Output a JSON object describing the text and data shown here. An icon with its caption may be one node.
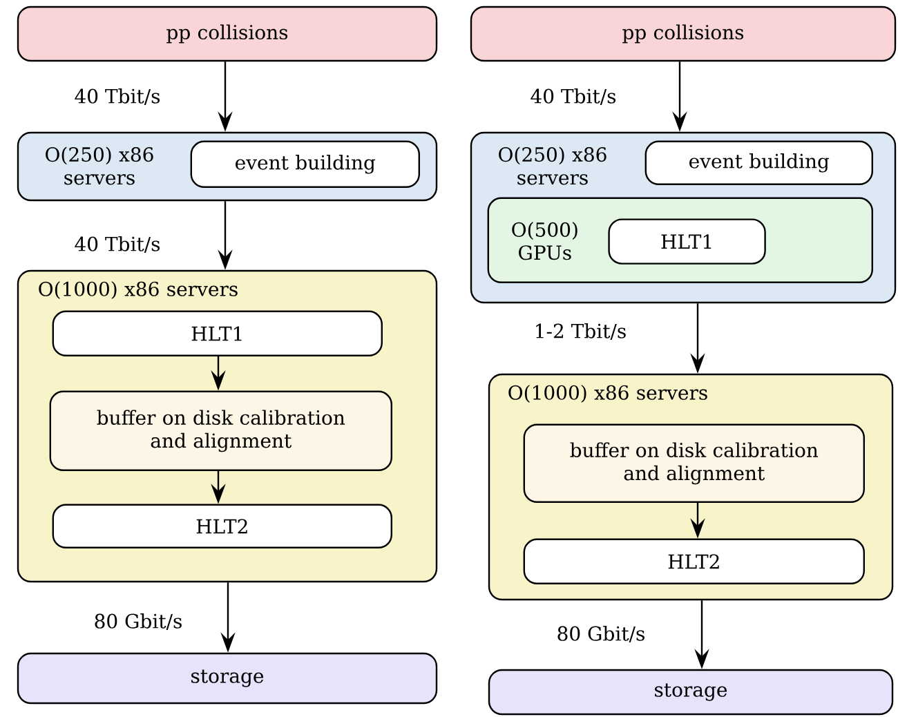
{
  "diagram": {
    "nodes": [
      {
        "text": [
          "pp collisions"
        ]
      },
      {
        "text": [
          "O(250) x86 servers"
        ]
      },
      {
        "text": [
          "event building"
        ],
        "in": 1
      },
      {
        "text": [
          "O(1000) x86 servers"
        ]
      },
      {
        "text": [
          "HLT1"
        ],
        "in": 3
      },
      {
        "text": [
          "buffer on disk calibration and alignment"
        ],
        "in": 3
      },
      {
        "text": [
          "HLT2"
        ],
        "in": 3
      },
      {
        "text": [
          "storage"
        ]
      },
      {
        "text": [
          "pp collisions"
        ]
      },
      {
        "text": [
          "O(250) x86 servers"
        ]
      },
      {
        "text": [
          "event building"
        ],
        "in": 9
      },
      {
        "text": [
          "O(500) GPUs"
        ],
        "in": 9
      },
      {
        "text": [
          "HLT1"
        ],
        "in": 11
      },
      {
        "text": [
          "O(1000) x86 servers"
        ]
      },
      {
        "text": [
          "buffer on disk calibration and alignment"
        ],
        "in": 13
      },
      {
        "text": [
          "HLT2"
        ],
        "in": 13
      },
      {
        "text": [
          "storage"
        ]
      }
    ],
    "edges": [
      {
        "from": 0,
        "to": 1,
        "arrow": "to",
        "label": "40 Tbit/s"
      },
      {
        "from": 1,
        "to": 3,
        "arrow": "to",
        "label": "40 Tbit/s"
      },
      {
        "from": 4,
        "to": 5,
        "arrow": "to"
      },
      {
        "from": 5,
        "to": 6,
        "arrow": "to"
      },
      {
        "from": 3,
        "to": 7,
        "arrow": "to",
        "label": "80 Gbit/s"
      },
      {
        "from": 8,
        "to": 9,
        "arrow": "to",
        "label": "40 Tbit/s"
      },
      {
        "from": 9,
        "to": 13,
        "arrow": "to",
        "label": "1-2 Tbit/s"
      },
      {
        "from": 14,
        "to": 15,
        "arrow": "to"
      },
      {
        "from": 13,
        "to": 16,
        "arrow": "to",
        "label": "80 Gbit/s"
      }
    ]
  }
}
